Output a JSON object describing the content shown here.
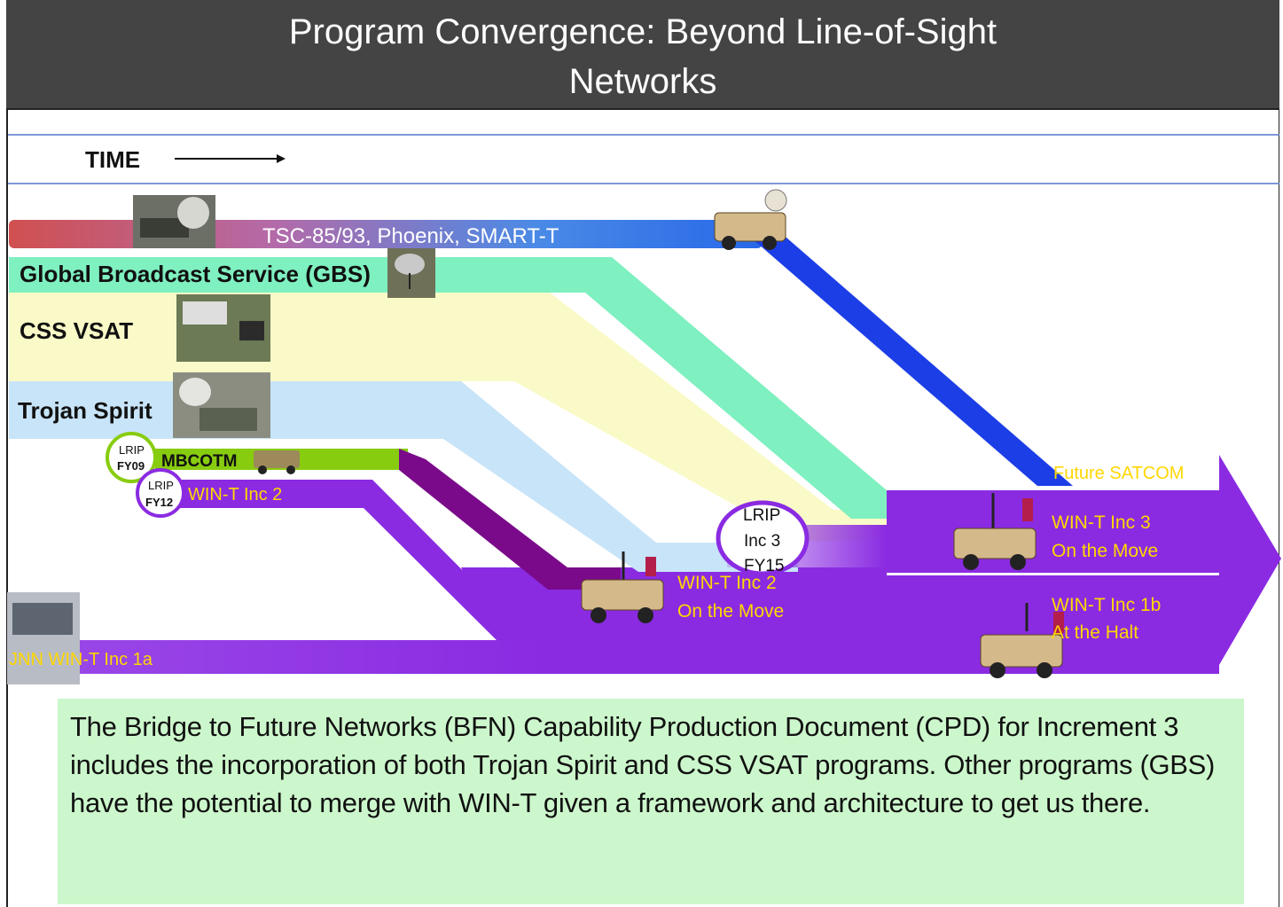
{
  "title": "Program Convergence: Beyond Line-of-Sight\nNetworks",
  "time_label": "TIME",
  "programs": {
    "tsc": "TSC-85/93, Phoenix, SMART-T",
    "gbs": "Global Broadcast Service (GBS)",
    "css": "CSS VSAT",
    "trojan": "Trojan Spirit",
    "mbcotm": "MBCOTM",
    "wint2": "WIN-T Inc 2",
    "jnn": "JNN WIN-T Inc 1a"
  },
  "milestones": {
    "lrip_fy09": {
      "line1": "LRIP",
      "line2": "FY09"
    },
    "lrip_fy12": {
      "line1": "LRIP",
      "line2": "FY12"
    },
    "lrip_inc3": {
      "line1": "LRIP",
      "line2": "Inc 3",
      "line3": "FY15"
    }
  },
  "outcomes": {
    "future_satcom": "Future SATCOM",
    "inc3_line1": "WIN-T Inc 3",
    "inc3_line2": "On the Move",
    "inc2_otm_line1": "WIN-T Inc 2",
    "inc2_otm_line2": "On the Move",
    "inc1b_line1": "WIN-T Inc 1b",
    "inc1b_line2": "At the Halt"
  },
  "note": "The Bridge to Future Networks (BFN) Capability Production Document (CPD) for Increment 3 includes the incorporation of both Trojan Spirit and CSS VSAT programs. Other programs (GBS) have the potential to merge with WIN-T given a framework and architecture to get us there.",
  "colors": {
    "title_bg": "#444444",
    "purple": "#8a2be2",
    "dark_purple": "#7a0a8a",
    "blue_band": "#1c3ee6",
    "gbs_band": "#7ff0c0",
    "css_band": "#fafac8",
    "trojan_band": "#c8e4f8",
    "mbcotm_band": "#88cc10",
    "note_bg": "#ccf7cc",
    "yellow_text": "#ffd700"
  }
}
